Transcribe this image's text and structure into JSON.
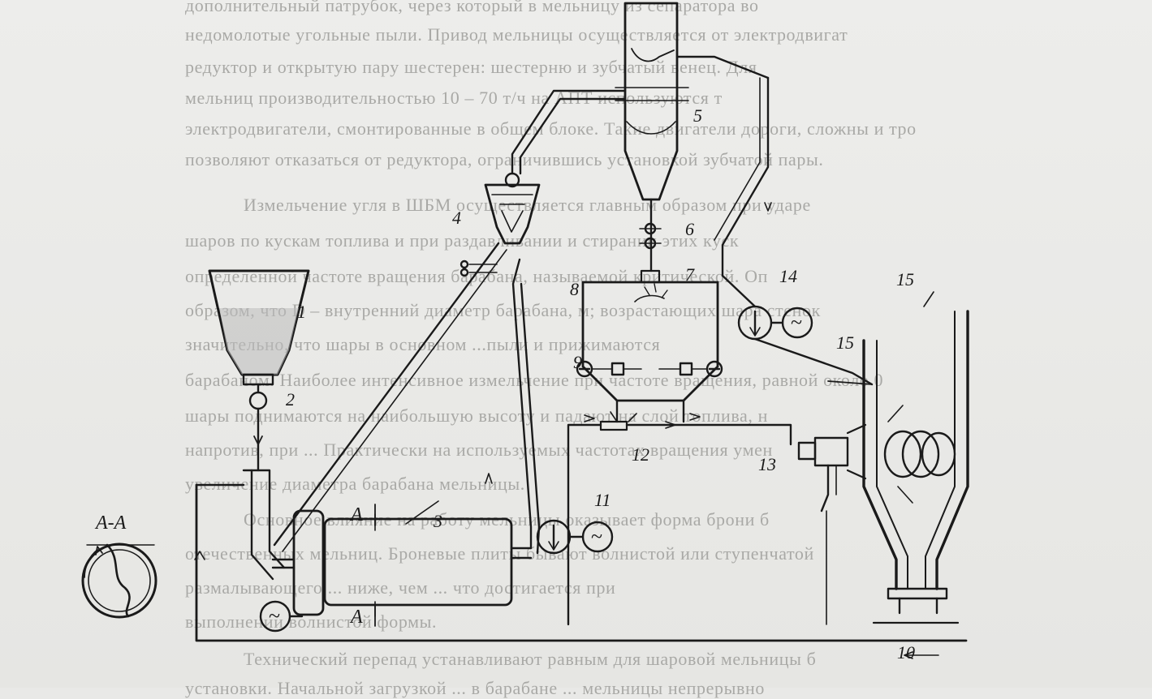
{
  "background_text": {
    "lines": [
      "дополнительный патрубок, через который в мельницу из сепаратора во",
      "недомолотые угольные пыли. Привод мельницы осуществляется от электродвигат",
      "редуктор и открытую пару шестерен: шестерню и зубчатый венец. Для",
      "мельниц производительностью 10 – 70 т/ч на АПТ используются т",
      "электродвигатели, смонтированные в общем блоке. Такие двигатели дороги, сложны и тро",
      "позволяют отказаться от редуктора, ограничившись установкой зубчатой пары.",
      "Измельчение угля в ШБМ осуществляется главным образом при ударе",
      "шаров по кускам топлива и при раздавливании и стирании этих куск",
      "определенной частоте вращения барабана, называемой критической. Оп",
      "образом, что D – внутренний диаметр барабана, м; возрастающих шара стенок",
      "значительно, что шары в основном ...пыли и прижимаются",
      "барабаном. Наиболее интенсивное измельчение при частоте вращения, равной около 0",
      "шары поднимаются на наибольшую высоту и падают на слой топлива, н",
      "напротив, при ... Практически на используемых частотах вращения умен",
      "увеличение диаметра барабана мельницы.",
      "Основное влияние на работу мельницы оказывает форма брони б",
      "отечественных мельниц. Броневые плиты бывают волнистой или ступенчатой",
      "размалывающего ... ниже, чем ... что достигается при",
      "выполнении волнистой формы.",
      "Технический перепад устанавливают равным для шаровой мельницы б",
      "установки. Начальной загрузкой ... в барабане ... мельницы непрерывно"
    ]
  },
  "figure": {
    "section_label": "А-А",
    "section_marks": [
      "А",
      "А"
    ],
    "numbers": [
      "1",
      "2",
      "3",
      "4",
      "5",
      "6",
      "7",
      "8",
      "9",
      "10",
      "11",
      "12",
      "13",
      "14",
      "15",
      "15"
    ],
    "motor_symbol": "~"
  }
}
